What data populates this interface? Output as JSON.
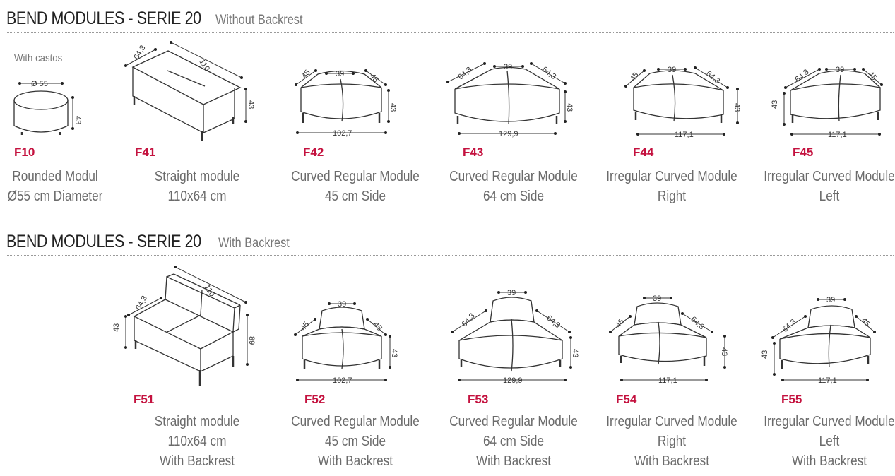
{
  "sections": [
    {
      "title": "BEND MODULES - SERIE 20",
      "subtitle": "Without Backrest",
      "modules": [
        {
          "code": "F10",
          "lines": [
            "Rounded Modul",
            "Ø55 cm Diameter"
          ],
          "note": "With castos",
          "dims": [
            "Ø 55",
            "43"
          ]
        },
        {
          "code": "F41",
          "lines": [
            "Straight module",
            "110x64 cm"
          ],
          "dims": [
            "64,3",
            "110",
            "43"
          ]
        },
        {
          "code": "F42",
          "lines": [
            "Curved Regular Module",
            "45 cm Side"
          ],
          "dims": [
            "45",
            "39",
            "45",
            "43",
            "102,7"
          ]
        },
        {
          "code": "F43",
          "lines": [
            "Curved Regular Module",
            "64 cm Side"
          ],
          "dims": [
            "64,3",
            "39",
            "64,3",
            "43",
            "129,9"
          ]
        },
        {
          "code": "F44",
          "lines": [
            "Irregular Curved Module",
            "Right"
          ],
          "dims": [
            "45",
            "39",
            "64,3",
            "43",
            "117,1"
          ]
        },
        {
          "code": "F45",
          "lines": [
            "Irregular Curved Module",
            "Left"
          ],
          "dims": [
            "64,3",
            "39",
            "45",
            "43",
            "117,1"
          ]
        }
      ]
    },
    {
      "title": "BEND MODULES - SERIE 20",
      "subtitle": "With Backrest",
      "modules": [
        {
          "code": "F51",
          "lines": [
            "Straight module",
            "110x64 cm",
            "With Backrest"
          ],
          "dims": [
            "64,3",
            "110",
            "43",
            "89"
          ]
        },
        {
          "code": "F52",
          "lines": [
            "Curved Regular Module",
            "45 cm Side",
            "With Backrest"
          ],
          "dims": [
            "39",
            "45",
            "45",
            "43",
            "102,7"
          ]
        },
        {
          "code": "F53",
          "lines": [
            "Curved Regular Module",
            "64 cm Side",
            "With Backrest"
          ],
          "dims": [
            "39",
            "64,3",
            "64,3",
            "43",
            "129,9"
          ]
        },
        {
          "code": "F54",
          "lines": [
            "Irregular Curved Module",
            "Right",
            "With Backrest"
          ],
          "dims": [
            "39",
            "45",
            "64,3",
            "43",
            "117,1"
          ]
        },
        {
          "code": "F55",
          "lines": [
            "Irregular Curved Module",
            "Left",
            "With Backrest"
          ],
          "dims": [
            "39",
            "64,3",
            "45",
            "43",
            "117,1"
          ]
        }
      ]
    }
  ]
}
